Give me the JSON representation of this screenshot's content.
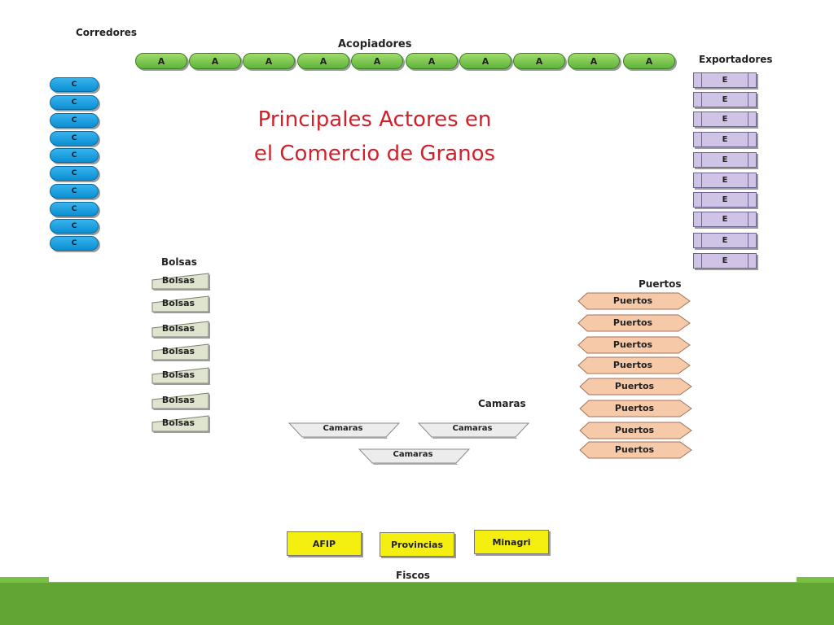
{
  "title_line1": "Principales Actores en",
  "title_line2": "el Comercio de Granos",
  "corredores": {
    "heading": "Corredores",
    "items": [
      "C",
      "C",
      "C",
      "C",
      "C",
      "C",
      "C",
      "C",
      "C",
      "C"
    ]
  },
  "acopiadores": {
    "heading": "Acopiadores",
    "items": [
      "A",
      "A",
      "A",
      "A",
      "A",
      "A",
      "A",
      "A",
      "A",
      "A"
    ]
  },
  "exportadores": {
    "heading": "Exportadores",
    "items": [
      "E",
      "E",
      "E",
      "E",
      "E",
      "E",
      "E",
      "E",
      "E",
      "E"
    ]
  },
  "bolsas": {
    "heading": "Bolsas",
    "items": [
      "Bolsas",
      "Bolsas",
      "Bolsas",
      "Bolsas",
      "Bolsas",
      "Bolsas",
      "Bolsas"
    ]
  },
  "puertos": {
    "heading": "Puertos",
    "items": [
      "Puertos",
      "Puertos",
      "Puertos",
      "Puertos",
      "Puertos",
      "Puertos",
      "Puertos",
      "Puertos"
    ]
  },
  "camaras": {
    "heading": "Camaras",
    "items": [
      "Camaras",
      "Camaras",
      "Camaras"
    ]
  },
  "fiscos": {
    "heading": "Fiscos",
    "items": [
      "AFIP",
      "Provincias",
      "Minagri"
    ]
  },
  "colors": {
    "title": "#d2202a",
    "acopiador": "#7cc94f",
    "corredor": "#1ba3e6",
    "exportador": "#cfc3e6",
    "bolsa": "#dfe4cf",
    "puerto": "#f6c9a8",
    "camara": "#ececec",
    "fisco": "#f5ef10",
    "footer": "#63a535"
  }
}
